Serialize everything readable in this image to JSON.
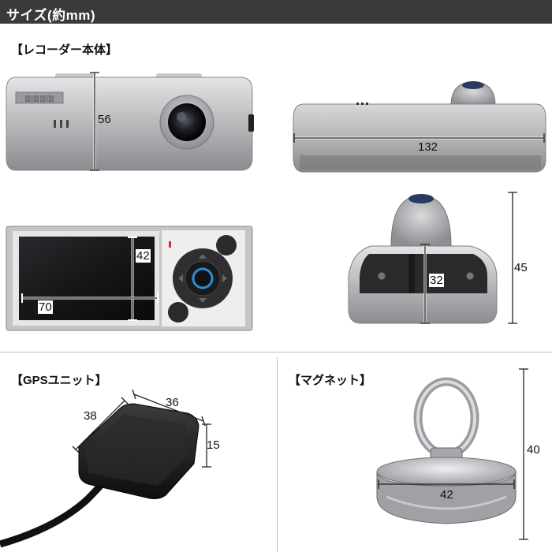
{
  "header": {
    "title": "サイズ(約mm)"
  },
  "sections": {
    "recorder": "【レコーダー本体】",
    "gps": "【GPSユニット】",
    "magnet": "【マグネット】"
  },
  "dimensions": {
    "recorder_front_height": "56",
    "recorder_top_width": "132",
    "screen_height": "42",
    "screen_width": "70",
    "recorder_side_width": "32",
    "recorder_side_height": "45",
    "gps_depth": "38",
    "gps_width": "36",
    "gps_height": "15",
    "magnet_height": "40",
    "magnet_width": "42"
  },
  "colors": {
    "header_bg": "#3a3a3a",
    "silver_body": "#b9b9bc",
    "screen": "#1b1b1b",
    "gps_body": "#1f1f1f"
  }
}
